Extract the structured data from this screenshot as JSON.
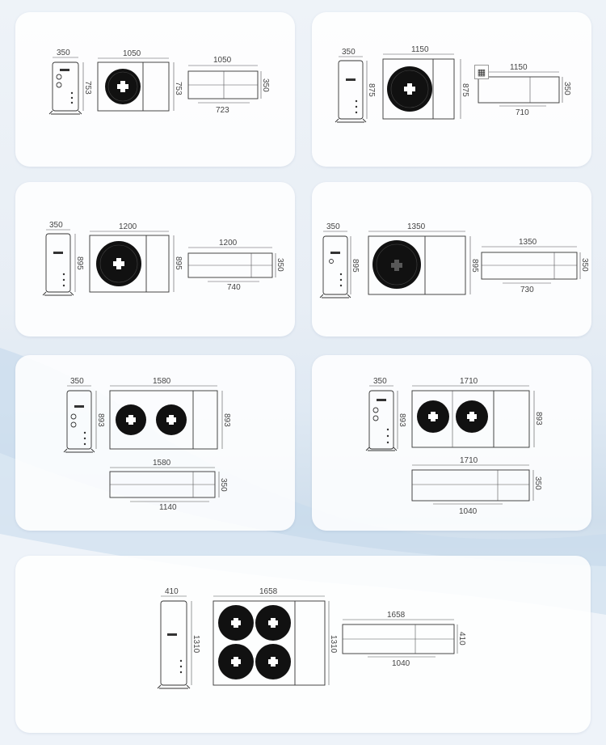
{
  "colors": {
    "card": "#ffffff",
    "line": "#333333",
    "fan": "#111111",
    "background": "#e8eef5"
  },
  "models": [
    {
      "tank_width": "350",
      "tank_height": "753",
      "unit_width": "1050",
      "unit_height": "753",
      "top_width": "1050",
      "top_depth": "350",
      "mount_spacing": "723",
      "fans": 1
    },
    {
      "tank_width": "350",
      "tank_height": "875",
      "unit_width": "1150",
      "unit_height": "875",
      "top_width": "1150",
      "top_depth": "350",
      "mount_spacing": "710",
      "fans": 1
    },
    {
      "tank_width": "350",
      "tank_height": "895",
      "unit_width": "1200",
      "unit_height": "895",
      "top_width": "1200",
      "top_depth": "350",
      "mount_spacing": "740",
      "fans": 1
    },
    {
      "tank_width": "350",
      "tank_height": "895",
      "unit_width": "1350",
      "unit_height": "895",
      "top_width": "1350",
      "top_depth": "350",
      "mount_spacing": "730",
      "fans": 1
    },
    {
      "tank_width": "350",
      "tank_height": "893",
      "unit_width": "1580",
      "unit_height": "893",
      "top_width": "1580",
      "top_depth": "350",
      "mount_spacing": "1140",
      "fans": 2
    },
    {
      "tank_width": "350",
      "tank_height": "893",
      "unit_width": "1710",
      "unit_height": "893",
      "top_width": "1710",
      "top_depth": "350",
      "mount_spacing": "1040",
      "fans": 2
    },
    {
      "tank_width": "410",
      "tank_height": "1310",
      "unit_width": "1658",
      "unit_height": "1310",
      "top_width": "1658",
      "top_depth": "410",
      "mount_spacing": "1040",
      "fans": 4
    }
  ],
  "icons": {
    "qr": "qr-code-icon",
    "fan": "fan-icon"
  }
}
